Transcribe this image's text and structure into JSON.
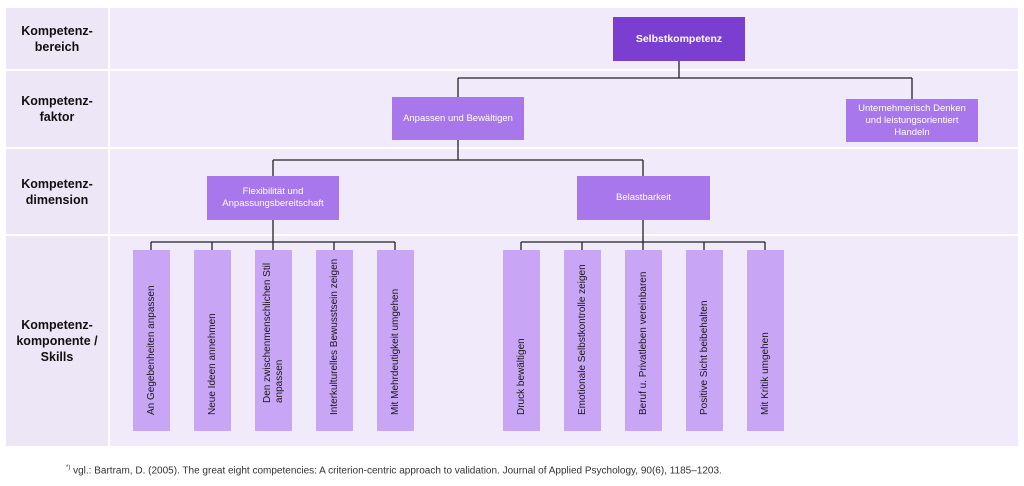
{
  "rows": [
    {
      "id": "bereich",
      "label": "Kompetenz-\nbereich"
    },
    {
      "id": "faktor",
      "label": "Kompetenz-\nfaktor"
    },
    {
      "id": "dimension",
      "label": "Kompetenz-\ndimension"
    },
    {
      "id": "komponente",
      "label": "Kompetenz-\nkomponente /\nSkills"
    }
  ],
  "root": "Selbstkompetenz",
  "factors": [
    {
      "label": "Anpassen und Bewältigen"
    },
    {
      "label": "Unternehmerisch Denken\nund leistungsorientiert\nHandeln"
    }
  ],
  "dimensions": [
    {
      "label": "Flexibilität und\nAnpassungsbereitschaft"
    },
    {
      "label": "Belastbarkeit"
    }
  ],
  "skills_group1": [
    "An Gegebenheiten anpassen",
    "Neue Ideen annehmen",
    "Den zwischenmenschlichen Stil\nanpassen",
    "Interkulturelles Bewusstsein zeigen",
    "Mit Mehrdeutigkeit umgehen"
  ],
  "skills_group2": [
    "Druck bewältigen",
    "Emotionale Selbstkontrolle zeigen",
    "Beruf u. Privatleben vereinbaren",
    "Positive Sicht beibehalten",
    "Mit Kritik umgehen"
  ],
  "footnote": {
    "marker": "*)",
    "text": " vgl.: Bartram, D. (2005). The great eight competencies: A criterion-centric approach to validation. Journal of Applied Psychology, 90(6), 1185–1203."
  },
  "colors": {
    "dark": "#7a3fd0",
    "mid": "#a877ec",
    "light": "#c8a5f5",
    "band": "#f0eafa",
    "label_bg": "#ede6f7"
  }
}
